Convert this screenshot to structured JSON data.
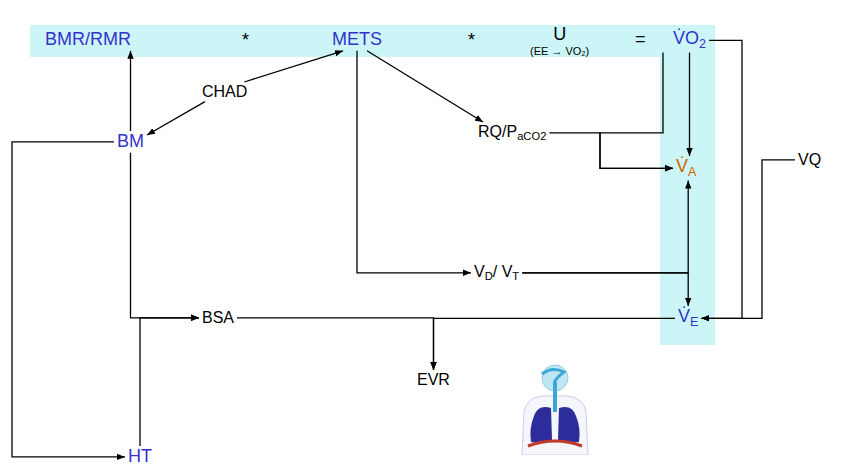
{
  "diagram": {
    "nodes": [
      {
        "text": [
          "BMR/RMR"
        ]
      },
      {
        "text": [
          "METS"
        ]
      },
      {
        "text": [
          "U",
          "(EE → VO₂)"
        ]
      },
      {
        "text": [
          "V̇O",
          "2"
        ]
      },
      {
        "text": [
          "CHAD"
        ]
      },
      {
        "text": [
          "BM"
        ]
      },
      {
        "text": [
          "RQ/P",
          "aCO2"
        ]
      },
      {
        "text": [
          "V̇",
          "A"
        ]
      },
      {
        "text": [
          "V",
          "D",
          "/ V",
          "T"
        ]
      },
      {
        "text": [
          "V̇",
          "E"
        ]
      },
      {
        "text": [
          "VQ"
        ]
      },
      {
        "text": [
          "BSA"
        ]
      },
      {
        "text": [
          "EVR"
        ]
      },
      {
        "text": [
          "HT"
        ]
      }
    ],
    "edges": [
      {
        "from": 5,
        "to": 0,
        "arrow": "to"
      },
      {
        "from": 4,
        "to": 1,
        "arrow": "to"
      },
      {
        "from": 4,
        "to": 5,
        "arrow": "to"
      },
      {
        "from": 1,
        "to": 6,
        "arrow": "to"
      },
      {
        "from": 1,
        "to": 8,
        "arrow": "to"
      },
      {
        "from": 6,
        "to": 7,
        "arrow": "to"
      },
      {
        "from": 3,
        "to": 7,
        "arrow": "to"
      },
      {
        "from": 3,
        "to": 7,
        "arrow": "to"
      },
      {
        "from": 8,
        "to": 7,
        "arrow": "to"
      },
      {
        "from": 8,
        "to": 9,
        "arrow": "to"
      },
      {
        "from": 3,
        "to": 9,
        "arrow": "to"
      },
      {
        "from": 10,
        "to": 9,
        "arrow": "to"
      },
      {
        "from": 5,
        "to": 11,
        "arrow": "to"
      },
      {
        "from": 13,
        "to": 11,
        "arrow": "to"
      },
      {
        "from": 11,
        "to": 12,
        "arrow": "to"
      },
      {
        "from": 9,
        "to": 12,
        "arrow": "to"
      },
      {
        "from": 5,
        "to": 13,
        "arrow": "to"
      }
    ],
    "labels": [
      "*",
      "*",
      "="
    ]
  }
}
